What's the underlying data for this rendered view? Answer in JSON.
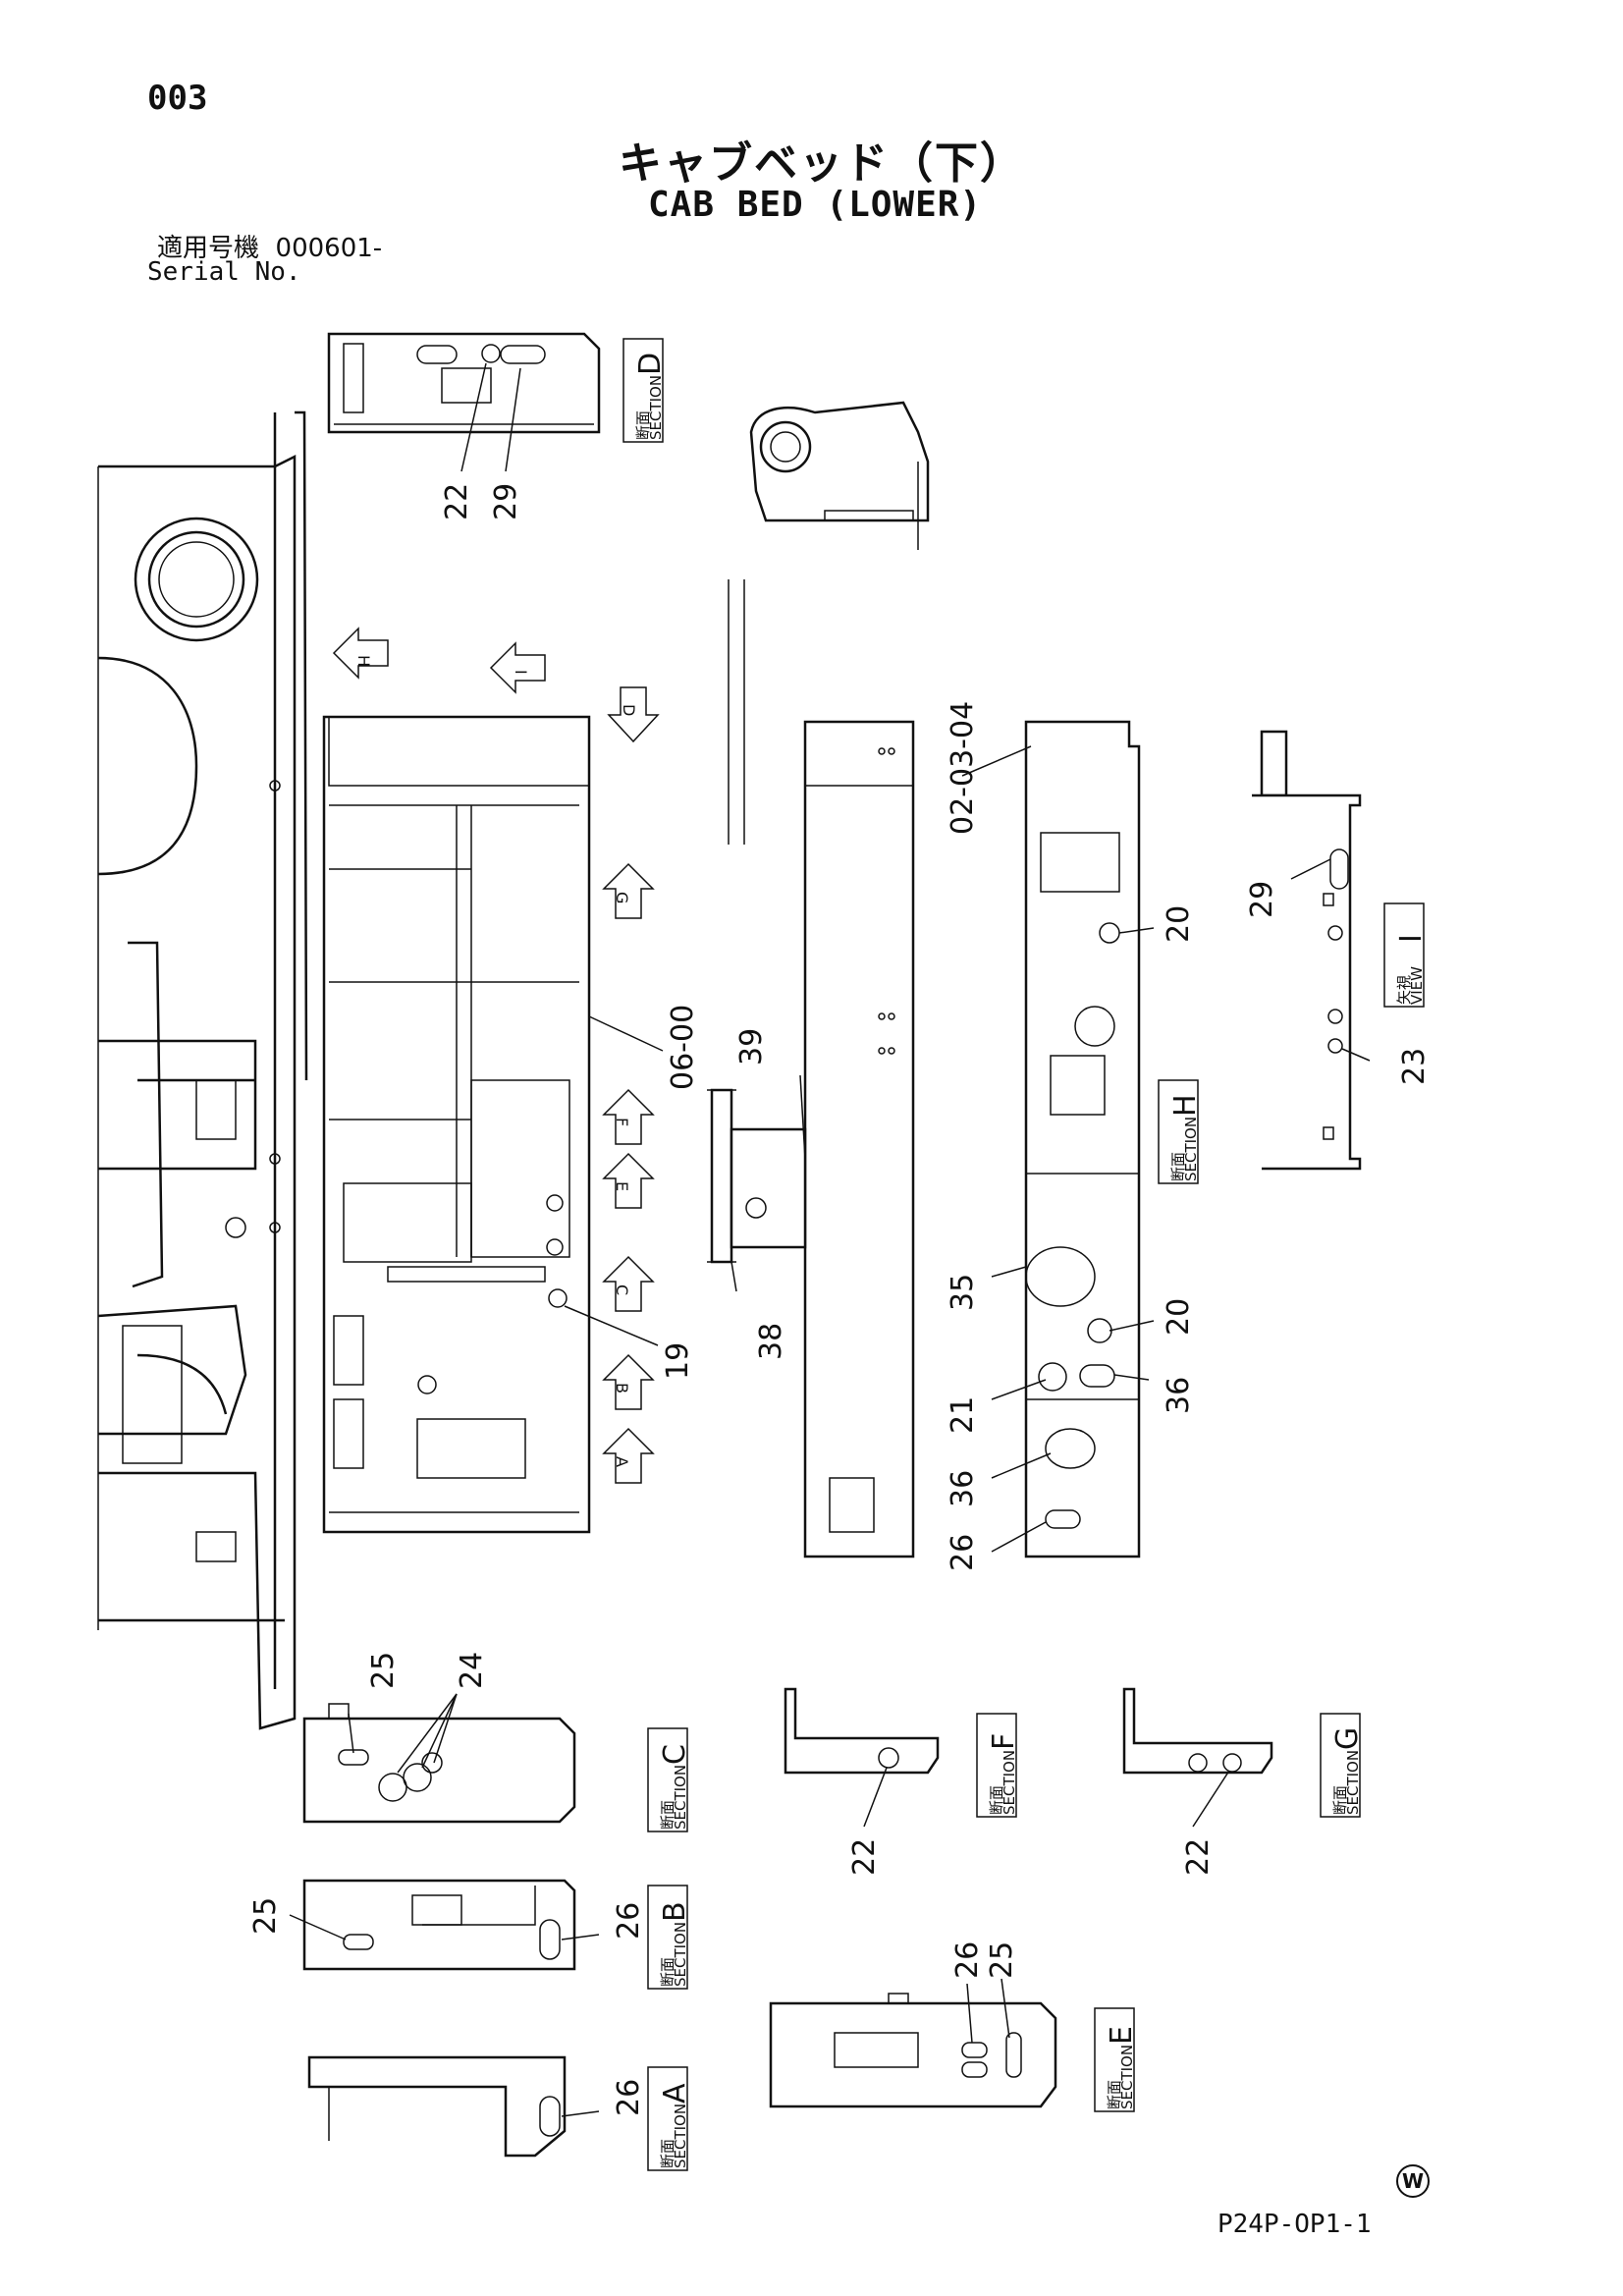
{
  "header": {
    "page_number": "003",
    "title_jp": "キャブベッド（下）",
    "title_en": "CAB BED (LOWER)",
    "serial_label_jp": "適用号機",
    "serial_value": "000601-",
    "serial_label_en": "Serial No."
  },
  "footer": {
    "drawing_code": "P24P-OP1-1",
    "watermark_mark": "W"
  },
  "section_tags": {
    "jp_section": "断面",
    "en_section": "SECTION",
    "jp_view": "矢視",
    "en_view": "VIEW"
  },
  "sections": {
    "A": "A",
    "B": "B",
    "C": "C",
    "D": "D",
    "E": "E",
    "F": "F",
    "G": "G",
    "H": "H",
    "I": "I"
  },
  "callouts": {
    "p19": "19",
    "p20a": "20",
    "p20b": "20",
    "p21": "21",
    "p22_d": "22",
    "p22_f": "22",
    "p22_g": "22",
    "p23": "23",
    "p24": "24",
    "p25_c": "25",
    "p25_b": "25",
    "p25_e": "25",
    "p26_r": "26",
    "p26_b": "26",
    "p26_a": "26",
    "p26_e": "26",
    "p29_d": "29",
    "p29_i": "29",
    "p35": "35",
    "p36a": "36",
    "p36b": "36",
    "p38": "38",
    "p39": "39",
    "ref_060": "06-00",
    "ref_020304": "02-03-04"
  }
}
